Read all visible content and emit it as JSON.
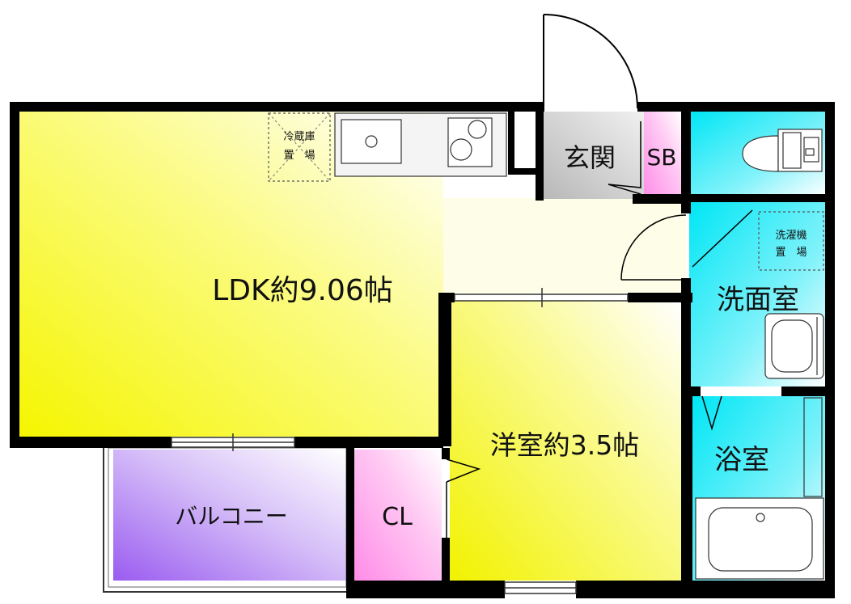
{
  "rooms": {
    "ldk": "LDK約9.06帖",
    "bedroom": "洋室約3.5帖",
    "entrance": "玄関",
    "shoe_box": "SB",
    "washroom": "洗面室",
    "bathroom": "浴室",
    "closet": "CL",
    "balcony": "バルコニー"
  },
  "fixtures": {
    "fridge_space_line1": "冷蔵庫",
    "fridge_space_line2": "置　場",
    "washer_space_line1": "洗濯機",
    "washer_space_line2": "置　場"
  },
  "colors": {
    "ldk": "#f5f500",
    "bedroom": "#f2f200",
    "aqua": "#00e6f5",
    "pink": "#ff8ce8",
    "purple": "#9a5cf0",
    "entrance": "#c4c4c4",
    "wall": "#000000"
  }
}
